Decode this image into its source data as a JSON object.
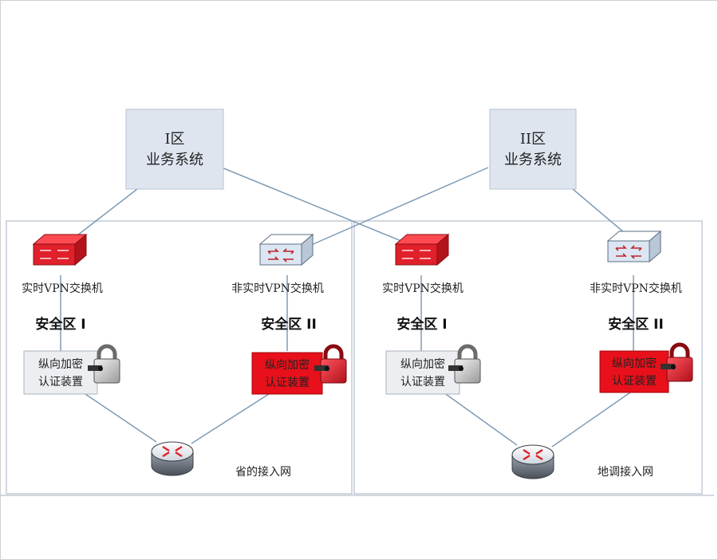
{
  "business_systems": [
    {
      "line1": "I区",
      "line2": "业务系统"
    },
    {
      "line1": "II区",
      "line2": "业务系统"
    }
  ],
  "panels": [
    {
      "network_label": "省的接入网",
      "switch_realtime_label": "实时VPN交换机",
      "switch_nonrealtime_label": "非实时VPN交换机",
      "zone1_label": "安全区 I",
      "zone2_label": "安全区 II",
      "device1": {
        "line1": "纵向加密",
        "line2": "认证装置"
      },
      "device2": {
        "line1": "纵向加密",
        "line2": "认证装置"
      }
    },
    {
      "network_label": "地调接入网",
      "switch_realtime_label": "实时VPN交换机",
      "switch_nonrealtime_label": "非实时VPN交换机",
      "zone1_label": "安全区 I",
      "zone2_label": "安全区 II",
      "device1": {
        "line1": "纵向加密",
        "line2": "认证装置"
      },
      "device2": {
        "line1": "纵向加密",
        "line2": "认证装置"
      }
    }
  ],
  "colors": {
    "realtime_switch": "#e0202a",
    "nonrealtime_switch": "#dbe6f2",
    "encrypt_device_plain": "#eceef2",
    "encrypt_device_red": "#e8101a",
    "system_box": "#dfe5ef",
    "link_line": "#7f9bb4"
  }
}
